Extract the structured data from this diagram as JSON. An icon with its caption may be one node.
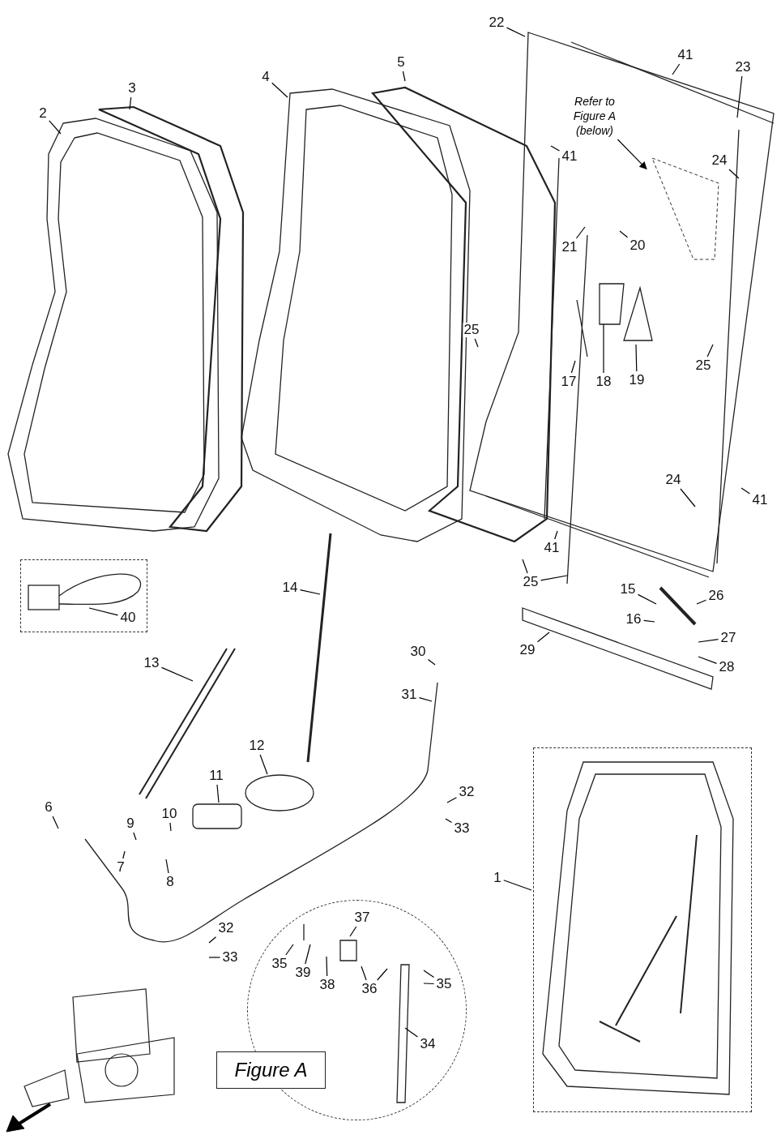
{
  "diagram": {
    "nodes": [
      {
        "text": [
          "22"
        ]
      },
      {
        "text": [
          "41"
        ]
      },
      {
        "text": [
          "23"
        ]
      },
      {
        "text": [
          "5"
        ]
      },
      {
        "text": [
          "4"
        ]
      },
      {
        "text": [
          "3"
        ]
      },
      {
        "text": [
          "2"
        ]
      },
      {
        "text": [
          "Refer to Figure A (below)"
        ]
      },
      {
        "text": [],
        "shape": "box"
      },
      {
        "text": [
          "41"
        ]
      },
      {
        "text": [
          "24"
        ]
      },
      {
        "text": [
          "21"
        ]
      },
      {
        "text": [
          "20"
        ]
      },
      {
        "text": [
          "25"
        ]
      },
      {
        "text": [
          "17"
        ]
      },
      {
        "text": [
          "18"
        ]
      },
      {
        "text": [
          "19"
        ]
      },
      {
        "text": [
          "25"
        ]
      },
      {
        "text": [
          "24"
        ]
      },
      {
        "text": [
          "41"
        ]
      },
      {
        "text": [
          "41"
        ]
      },
      {
        "text": [
          "25"
        ]
      },
      {
        "text": [],
        "shape": "box"
      },
      {
        "text": [
          "40"
        ],
        "in": 22
      },
      {
        "text": [
          "14"
        ]
      },
      {
        "text": [
          "15"
        ]
      },
      {
        "text": [
          "26"
        ]
      },
      {
        "text": [
          "16"
        ]
      },
      {
        "text": [
          "27"
        ]
      },
      {
        "text": [
          "29"
        ]
      },
      {
        "text": [
          "28"
        ]
      },
      {
        "text": [
          "30"
        ]
      },
      {
        "text": [
          "13"
        ]
      },
      {
        "text": [
          "31"
        ]
      },
      {
        "text": [
          "12"
        ]
      },
      {
        "text": [
          "32"
        ]
      },
      {
        "text": [
          "11"
        ]
      },
      {
        "text": [
          "6"
        ]
      },
      {
        "text": [
          "10"
        ]
      },
      {
        "text": [
          "9"
        ]
      },
      {
        "text": [
          "33"
        ]
      },
      {
        "text": [
          "7"
        ]
      },
      {
        "text": [
          "8"
        ]
      },
      {
        "text": [
          "1"
        ]
      },
      {
        "text": [],
        "shape": "box"
      },
      {
        "text": [
          "32"
        ]
      },
      {
        "text": [
          "33"
        ]
      },
      {
        "text": [],
        "shape": "circle"
      },
      {
        "text": [
          "37"
        ],
        "in": 47
      },
      {
        "text": [
          "35"
        ],
        "in": 47
      },
      {
        "text": [
          "39"
        ],
        "in": 47
      },
      {
        "text": [
          "38"
        ],
        "in": 47
      },
      {
        "text": [
          "36"
        ],
        "in": 47
      },
      {
        "text": [
          "35"
        ],
        "in": 47
      },
      {
        "text": [
          "34"
        ],
        "in": 47
      },
      {
        "text": [
          "Figure A"
        ]
      }
    ],
    "edges": [
      {
        "from": 0,
        "to": null,
        "arrow": "none"
      },
      {
        "from": 1,
        "to": null,
        "arrow": "none"
      },
      {
        "from": 2,
        "to": null,
        "arrow": "none"
      },
      {
        "from": 3,
        "to": null,
        "arrow": "none"
      },
      {
        "from": 4,
        "to": null,
        "arrow": "none"
      },
      {
        "from": 5,
        "to": null,
        "arrow": "none"
      },
      {
        "from": 6,
        "to": null,
        "arrow": "none"
      },
      {
        "from": 7,
        "to": 8,
        "arrow": "to"
      },
      {
        "from": 9,
        "to": null,
        "arrow": "none"
      },
      {
        "from": 10,
        "to": null,
        "arrow": "none"
      },
      {
        "from": 11,
        "to": null,
        "arrow": "none"
      },
      {
        "from": 12,
        "to": null,
        "arrow": "none"
      },
      {
        "from": 13,
        "to": null,
        "arrow": "none"
      },
      {
        "from": 14,
        "to": null,
        "arrow": "none"
      },
      {
        "from": 15,
        "to": null,
        "arrow": "none"
      },
      {
        "from": 16,
        "to": null,
        "arrow": "none"
      },
      {
        "from": 17,
        "to": null,
        "arrow": "none"
      },
      {
        "from": 18,
        "to": null,
        "arrow": "none"
      },
      {
        "from": 19,
        "to": null,
        "arrow": "none"
      },
      {
        "from": 20,
        "to": null,
        "arrow": "none"
      },
      {
        "from": 21,
        "to": null,
        "arrow": "none"
      },
      {
        "from": 21,
        "to": null,
        "arrow": "none"
      },
      {
        "from": 23,
        "to": null,
        "arrow": "none"
      },
      {
        "from": 24,
        "to": null,
        "arrow": "none"
      },
      {
        "from": 25,
        "to": null,
        "arrow": "none"
      },
      {
        "from": 26,
        "to": null,
        "arrow": "none"
      },
      {
        "from": 27,
        "to": null,
        "arrow": "none"
      },
      {
        "from": 28,
        "to": null,
        "arrow": "none"
      },
      {
        "from": 29,
        "to": null,
        "arrow": "none"
      },
      {
        "from": 30,
        "to": null,
        "arrow": "none"
      },
      {
        "from": 31,
        "to": null,
        "arrow": "none"
      },
      {
        "from": 32,
        "to": null,
        "arrow": "none"
      },
      {
        "from": 33,
        "to": null,
        "arrow": "none"
      },
      {
        "from": 34,
        "to": null,
        "arrow": "none"
      },
      {
        "from": 35,
        "to": null,
        "arrow": "none"
      },
      {
        "from": 36,
        "to": null,
        "arrow": "none"
      },
      {
        "from": 37,
        "to": null,
        "arrow": "none"
      },
      {
        "from": 38,
        "to": null,
        "arrow": "none"
      },
      {
        "from": 39,
        "to": null,
        "arrow": "none"
      },
      {
        "from": 40,
        "to": null,
        "arrow": "none"
      },
      {
        "from": 41,
        "to": null,
        "arrow": "none"
      },
      {
        "from": 42,
        "to": null,
        "arrow": "none"
      },
      {
        "from": 43,
        "to": 44,
        "arrow": "none"
      },
      {
        "from": 45,
        "to": null,
        "arrow": "none"
      },
      {
        "from": 46,
        "to": null,
        "arrow": "none"
      },
      {
        "from": 48,
        "to": null,
        "arrow": "none"
      },
      {
        "from": 49,
        "to": null,
        "arrow": "none"
      },
      {
        "from": 50,
        "to": null,
        "arrow": "none"
      },
      {
        "from": 51,
        "to": null,
        "arrow": "none"
      },
      {
        "from": 52,
        "to": null,
        "arrow": "none"
      },
      {
        "from": 52,
        "to": null,
        "arrow": "none"
      },
      {
        "from": 53,
        "to": null,
        "arrow": "none"
      },
      {
        "from": 53,
        "to": null,
        "arrow": "none"
      },
      {
        "from": 54,
        "to": null,
        "arrow": "none"
      }
    ]
  }
}
